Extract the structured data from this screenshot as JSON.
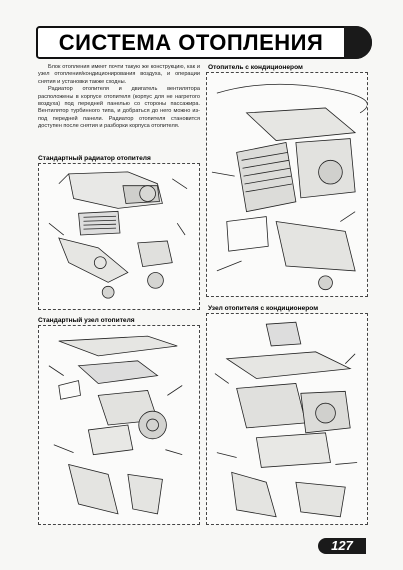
{
  "header": {
    "title": "СИСТЕМА ОТОПЛЕНИЯ"
  },
  "intro": {
    "paragraphs": [
      "Блок отопления имеет почти такую же конструкцию, как и узел отопления/кондиционирования воздуха, и операции снятия и установки также сходны.",
      "Радиатор отопителя и двигатель вентилятора расположены в корпусе отопителя (корпус для не нагретого воздуха) под передней панелью со стороны пассажира. Вентилятор турбинного типа, и добраться до него можно из-под передней панели. Радиатор отопителя становится доступен после снятия и разборки корпуса отопителя."
    ]
  },
  "figures": {
    "standard_radiator": "Стандартный радиатор отопителя",
    "standard_unit": "Стандартный узел отопителя",
    "heater_with_ac": "Отопитель с кондиционером",
    "heater_unit_with_ac": "Узел отопителя с кондиционером"
  },
  "footer": {
    "page_number": "127"
  }
}
